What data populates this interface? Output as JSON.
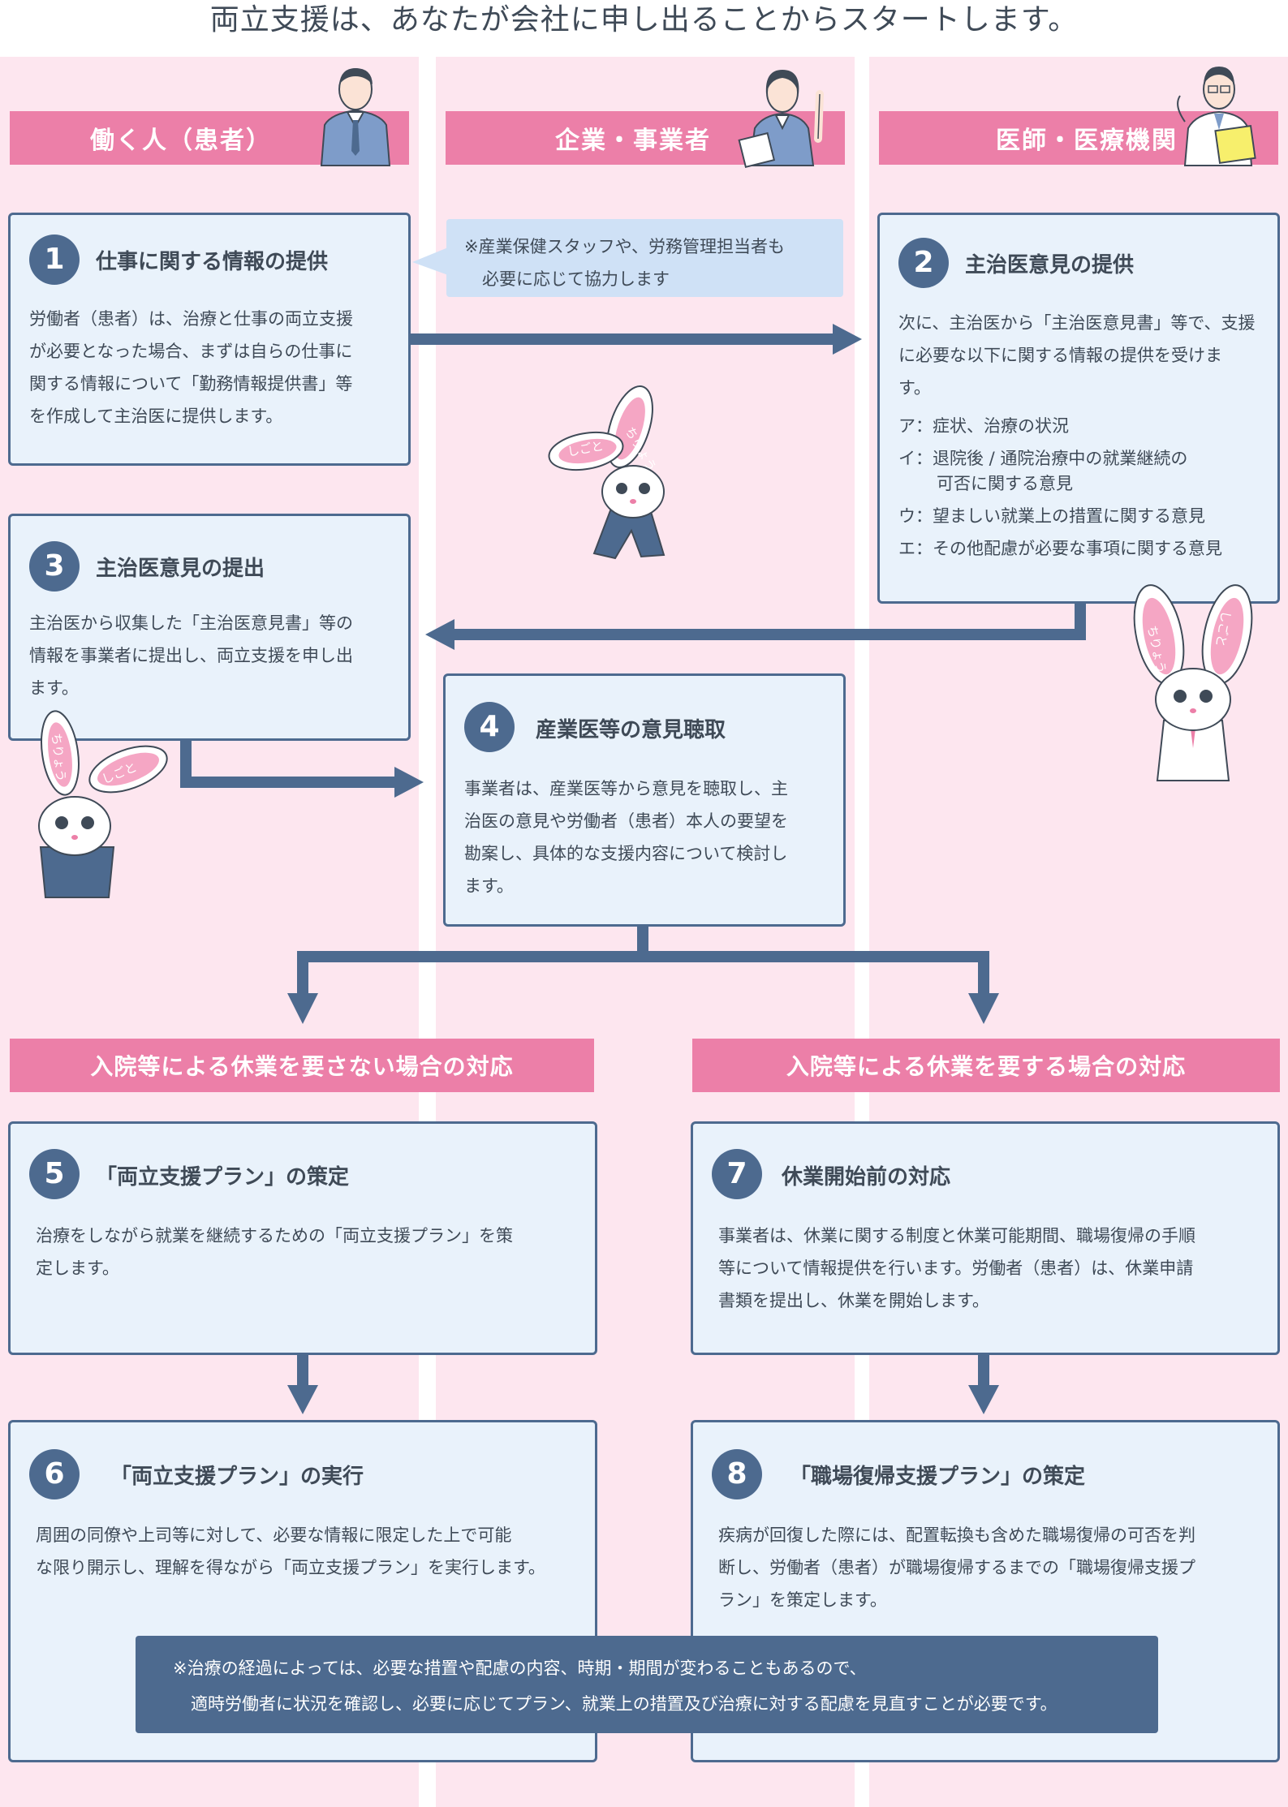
{
  "header": {
    "title": "両立支援は、あなたが会社に申し出ることからスタートします。"
  },
  "columns": [
    {
      "label": "働く人（患者）"
    },
    {
      "label": "企業・事業者"
    },
    {
      "label": "医師・医療機関"
    }
  ],
  "note_cooperate": {
    "lines": [
      "※産業保健スタッフや、労務管理担当者も",
      "必要に応じて協力します"
    ]
  },
  "steps": {
    "s1": {
      "num": "1",
      "title": "仕事に関する情報の提供",
      "lines": [
        "労働者（患者）は、治療と仕事の両立支援",
        "が必要となった場合、まずは自らの仕事に",
        "関する情報について「勤務情報提供書」等",
        "を作成して主治医に提供します。"
      ]
    },
    "s2": {
      "num": "2",
      "title": "主治医意見の提供",
      "lines": [
        "次に、主治医から「主治医意見書」等で、支援",
        "に必要な以下に関する情報の提供を受けま",
        "す。"
      ],
      "items": [
        "ア：症状、治療の状況",
        "イ：退院後 / 通院治療中の就業継続の",
        "可否に関する意見",
        "ウ：望ましい就業上の措置に関する意見",
        "エ：その他配慮が必要な事項に関する意見"
      ]
    },
    "s3": {
      "num": "3",
      "title": "主治医意見の提出",
      "lines": [
        "主治医から収集した「主治医意見書」等の",
        "情報を事業者に提出し、両立支援を申し出",
        "ます。"
      ]
    },
    "s4": {
      "num": "4",
      "title": "産業医等の意見聴取",
      "lines": [
        "事業者は、産業医等から意見を聴取し、主",
        "治医の意見や労働者（患者）本人の要望を",
        "勘案し、具体的な支援内容について検討し",
        "ます。"
      ]
    },
    "s5": {
      "num": "5",
      "title": "「両立支援プラン」の策定",
      "lines": [
        "治療をしながら就業を継続するための「両立支援プラン」を策",
        "定します。"
      ]
    },
    "s6": {
      "num": "6",
      "title": "「両立支援プラン」の実行",
      "lines": [
        "周囲の同僚や上司等に対して、必要な情報に限定した上で可能",
        "な限り開示し、理解を得ながら「両立支援プラン」を実行します。"
      ]
    },
    "s7": {
      "num": "7",
      "title": "休業開始前の対応",
      "lines": [
        "事業者は、休業に関する制度と休業可能期間、職場復帰の手順",
        "等について情報提供を行います。労働者（患者）は、休業申請",
        "書類を提出し、休業を開始します。"
      ]
    },
    "s8": {
      "num": "8",
      "title": "「職場復帰支援プラン」の策定",
      "lines": [
        "疾病が回復した際には、配置転換も含めた職場復帰の可否を判",
        "断し、労働者（患者）が職場復帰するまでの「職場復帰支援プ",
        "ラン」を策定します。"
      ]
    }
  },
  "branches": {
    "no_leave": "入院等による休業を要さない場合の対応",
    "leave": "入院等による休業を要する場合の対応"
  },
  "mascot_ears": {
    "left": "ちりょう",
    "right": "しごと"
  },
  "bottom_note": {
    "lines": [
      "※治療の経過によっては、必要な措置や配慮の内容、時期・期間が変わることもあるので、",
      "適時労働者に状況を確認し、必要に応じてプラン、就業上の措置及び治療に対する配慮を見直すことが必要です。"
    ]
  },
  "colors": {
    "lane": "#fde6ef",
    "header_pink": "#ec7fa8",
    "box_fill": "#e9f2fb",
    "navy": "#4d6a8f",
    "note_blue": "#cfe1f6"
  }
}
